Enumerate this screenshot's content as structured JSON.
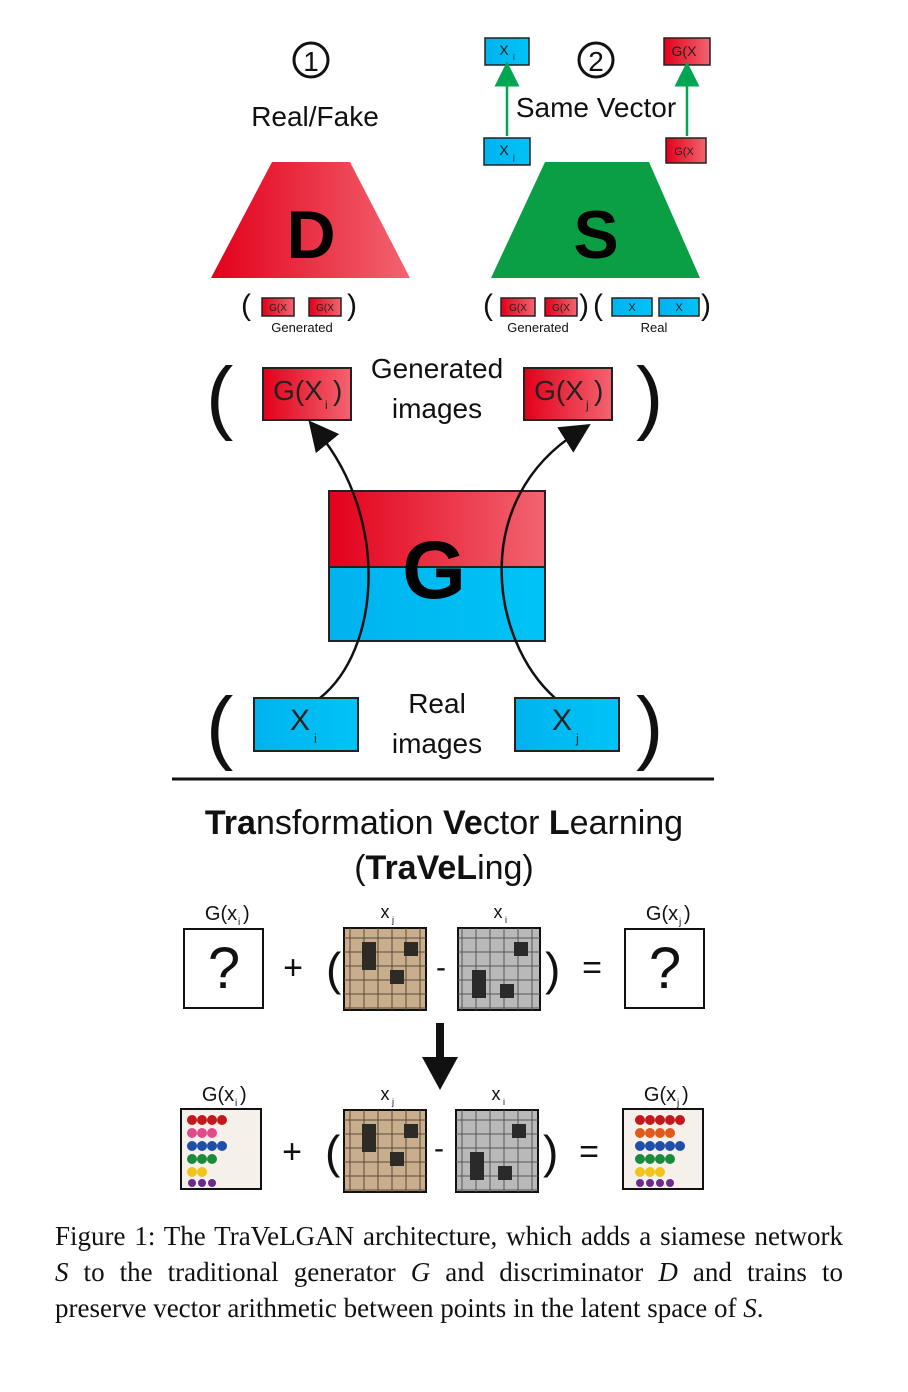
{
  "top": {
    "step1": "1",
    "step2": "2",
    "real_fake": "Real/Fake",
    "same_vector": "Same Vector",
    "d": "D",
    "s": "S",
    "g": "G",
    "xi": "X",
    "xj": "X",
    "sub_i": "i",
    "sub_j": "j",
    "gxi": "G(X",
    "gxj": "G(X",
    "gxi_small": "G(X",
    "close_paren": ")",
    "generated_label": "Generated",
    "real_label": "Real",
    "generated_images_1": "Generated",
    "generated_images_2": "images",
    "real_images_1": "Real",
    "real_images_2": "images"
  },
  "bottom": {
    "title_line1": [
      "Tra",
      "nsformation ",
      "Ve",
      "ctor ",
      "L",
      "earning"
    ],
    "title_line2": [
      "(",
      "TraVeL",
      "ing)"
    ],
    "g_xi": "G(x",
    "g_xj": "G(x",
    "x_i": "x",
    "x_j": "x",
    "question": "?",
    "plus": "+",
    "minus": "-",
    "equals": "=",
    "lparen": "(",
    "rparen": ")"
  },
  "caption": {
    "label": "Figure 1:",
    "part1": " The TraVeLGAN architecture, which adds a siamese network ",
    "s": "S",
    "part2": " to the traditional generator ",
    "g": "G",
    "part3": " and discriminator ",
    "d": "D",
    "part4": " and trains to preserve vector arithmetic between points in the latent space of ",
    "s2": "S",
    "part5": "."
  },
  "colors": {
    "red_dark": "#e3001b",
    "red_light": "#f26470",
    "blue": "#00aeef",
    "green": "#0a9e45",
    "arrow_green": "#00a651"
  }
}
